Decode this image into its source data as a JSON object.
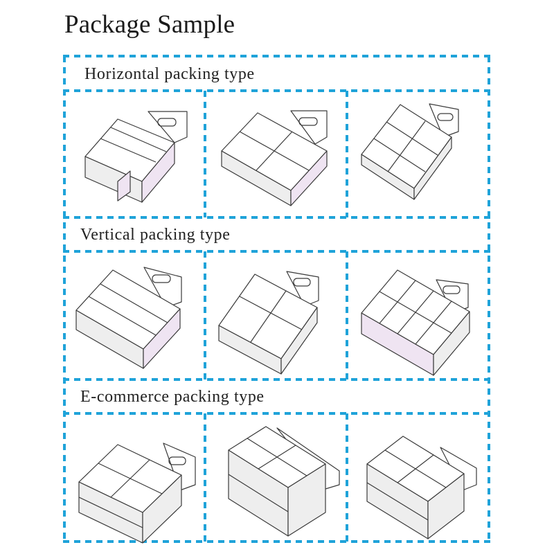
{
  "title": "Package Sample",
  "sections": [
    {
      "label": "Horizontal packing type"
    },
    {
      "label": "Vertical packing type"
    },
    {
      "label": "E-commerce packing type"
    }
  ],
  "colors": {
    "dashed_border": "#1fa3d9",
    "outline": "#3a3a3a",
    "pink_face": "#efe4f2"
  }
}
